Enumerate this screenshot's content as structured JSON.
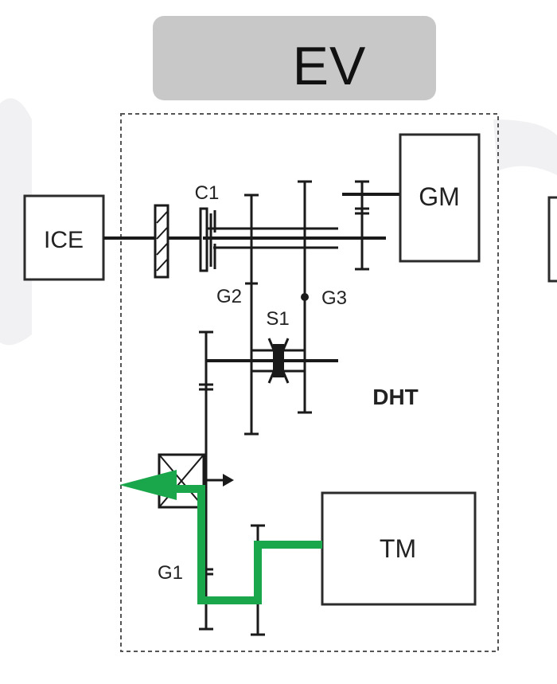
{
  "mode_title": "EV",
  "labels": {
    "ice": "ICE",
    "gm": "GM",
    "tm": "TM",
    "dht": "DHT",
    "c1": "C1",
    "g1": "G1",
    "g2": "G2",
    "g3": "G3",
    "s1": "S1"
  },
  "colors": {
    "power_flow": "#1aa64a",
    "line": "#1a1a1a",
    "title_bg": "#c8c8c8",
    "box_border": "#2b2b2b"
  }
}
